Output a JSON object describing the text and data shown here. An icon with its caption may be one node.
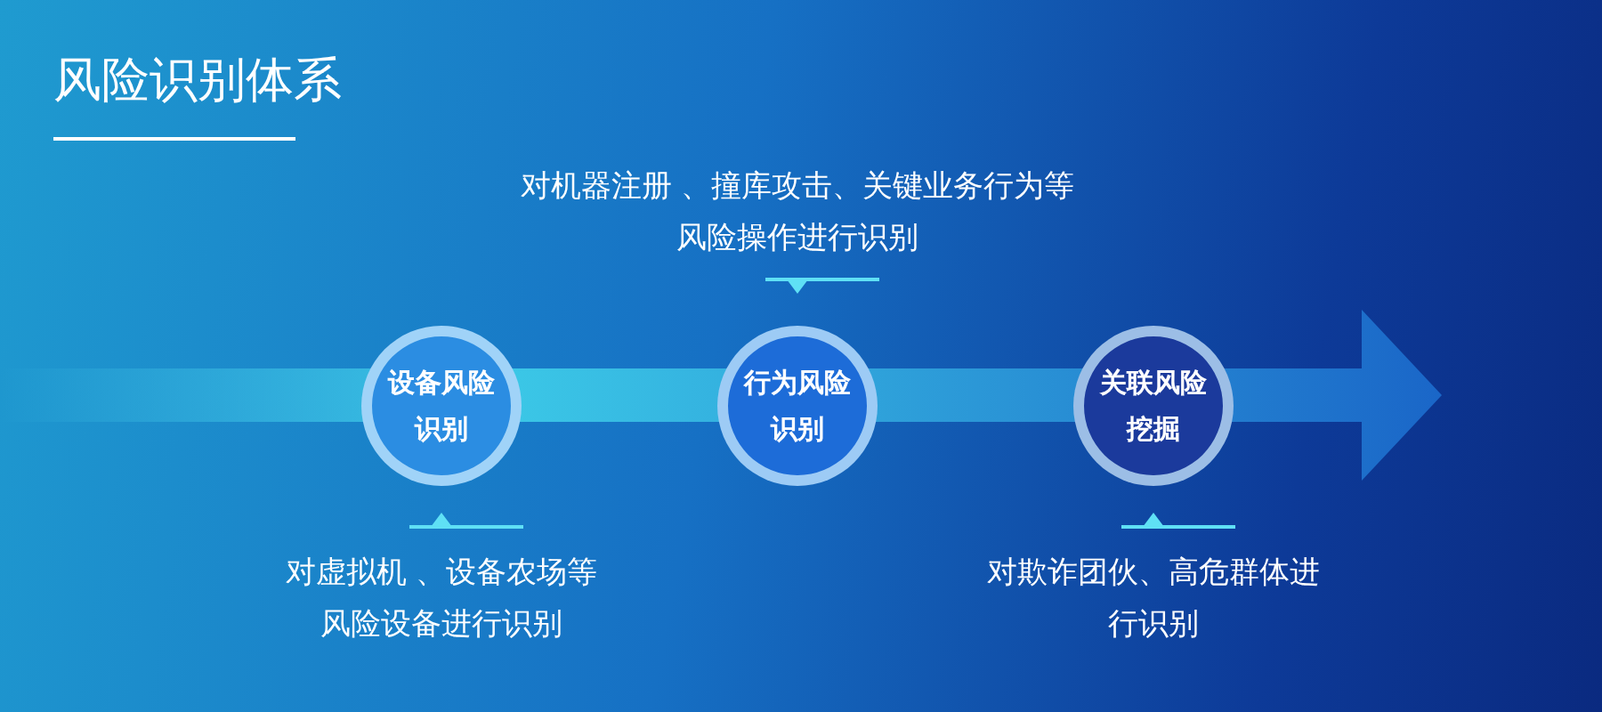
{
  "diagram": {
    "title": "风险识别体系",
    "nodes": [
      {
        "text": [
          "设备风险识别"
        ],
        "beside": [
          "对虚拟机 、设备农场等风险设备进行识别"
        ]
      },
      {
        "text": [
          "行为风险识别"
        ],
        "beside": [
          "对机器注册 、撞库攻击、关键业务行为等风险操作进行识别"
        ]
      },
      {
        "text": [
          "关联风险挖掘"
        ],
        "beside": [
          "对欺诈团伙、高危群体进行识别"
        ]
      }
    ],
    "edges": []
  }
}
